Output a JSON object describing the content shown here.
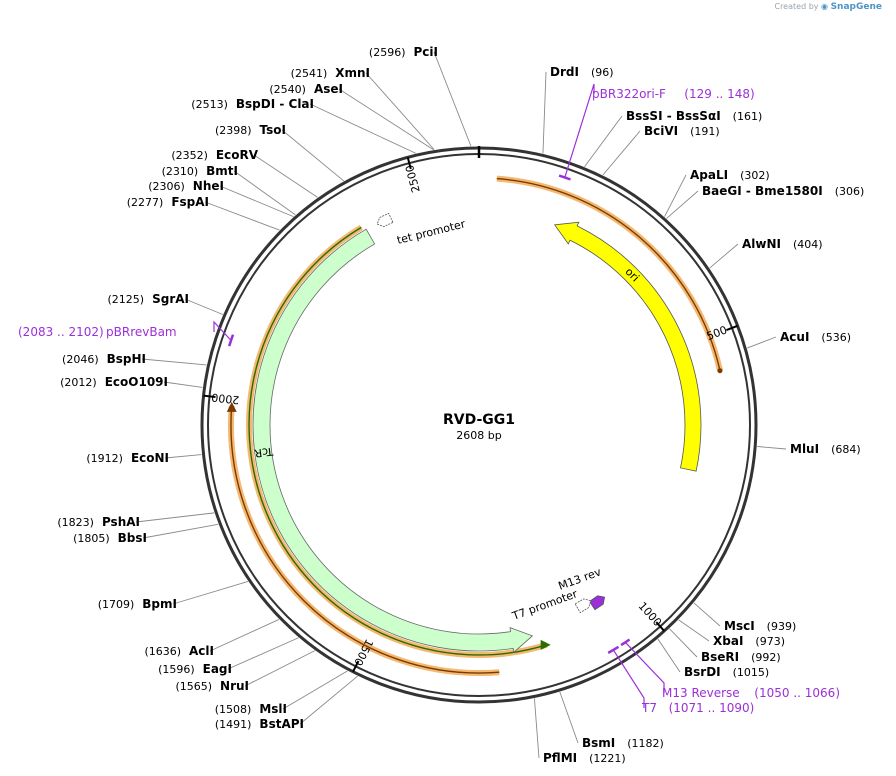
{
  "credit": {
    "prefix": "Created by",
    "brand": "SnapGene"
  },
  "plasmid": {
    "name": "RVD-GG1",
    "length_label": "2608 bp",
    "length": 2608
  },
  "ticks": [
    {
      "pos": 500,
      "label": "500"
    },
    {
      "pos": 1000,
      "label": "1000"
    },
    {
      "pos": 1500,
      "label": "1500"
    },
    {
      "pos": 2000,
      "label": "2000"
    },
    {
      "pos": 2500,
      "label": "2500"
    }
  ],
  "enzymes": [
    {
      "name": "PciI",
      "pos": "(2596)",
      "site": 2596,
      "side": "left"
    },
    {
      "name": "XmnI",
      "pos": "(2541)",
      "site": 2541,
      "side": "left"
    },
    {
      "name": "AseI",
      "pos": "(2540)",
      "site": 2540,
      "side": "left"
    },
    {
      "name": "BspDI  - ClaI",
      "pos": "(2513)",
      "site": 2513,
      "side": "left"
    },
    {
      "name": "TsoI",
      "pos": "(2398)",
      "site": 2398,
      "side": "left"
    },
    {
      "name": "EcoRV",
      "pos": "(2352)",
      "site": 2352,
      "side": "left"
    },
    {
      "name": "BmtI",
      "pos": "(2310)",
      "site": 2310,
      "side": "left"
    },
    {
      "name": "NheI",
      "pos": "(2306)",
      "site": 2306,
      "side": "left"
    },
    {
      "name": "FspAI",
      "pos": "(2277)",
      "site": 2277,
      "side": "left"
    },
    {
      "name": "SgrAI",
      "pos": "(2125)",
      "site": 2125,
      "side": "left"
    },
    {
      "name": "BspHI",
      "pos": "(2046)",
      "site": 2046,
      "side": "left"
    },
    {
      "name": "EcoO109I",
      "pos": "(2012)",
      "site": 2012,
      "side": "left"
    },
    {
      "name": "EcoNI",
      "pos": "(1912)",
      "site": 1912,
      "side": "left"
    },
    {
      "name": "PshAI",
      "pos": "(1823)",
      "site": 1823,
      "side": "left"
    },
    {
      "name": "BbsI",
      "pos": "(1805)",
      "site": 1805,
      "side": "left"
    },
    {
      "name": "BpmI",
      "pos": "(1709)",
      "site": 1709,
      "side": "left"
    },
    {
      "name": "AclI",
      "pos": "(1636)",
      "site": 1636,
      "side": "left"
    },
    {
      "name": "EagI",
      "pos": "(1596)",
      "site": 1596,
      "side": "left"
    },
    {
      "name": "NruI",
      "pos": "(1565)",
      "site": 1565,
      "side": "left"
    },
    {
      "name": "MslI",
      "pos": "(1508)",
      "site": 1508,
      "side": "left"
    },
    {
      "name": "BstAPI",
      "pos": "(1491)",
      "site": 1491,
      "side": "left"
    },
    {
      "name": "DrdI",
      "pos": "(96)",
      "site": 96,
      "side": "right"
    },
    {
      "name": "BssSI  - BssSαI",
      "pos": "(161)",
      "site": 161,
      "side": "right"
    },
    {
      "name": "BciVI",
      "pos": "(191)",
      "site": 191,
      "side": "right"
    },
    {
      "name": "ApaLI",
      "pos": "(302)",
      "site": 302,
      "side": "right"
    },
    {
      "name": "BaeGI  - Bme1580I",
      "pos": "(306)",
      "site": 306,
      "side": "right"
    },
    {
      "name": "AlwNI",
      "pos": "(404)",
      "site": 404,
      "side": "right"
    },
    {
      "name": "AcuI",
      "pos": "(536)",
      "site": 536,
      "side": "right"
    },
    {
      "name": "MluI",
      "pos": "(684)",
      "site": 684,
      "side": "right"
    },
    {
      "name": "MscI",
      "pos": "(939)",
      "site": 939,
      "side": "right"
    },
    {
      "name": "XbaI",
      "pos": "(973)",
      "site": 973,
      "side": "right"
    },
    {
      "name": "BseRI",
      "pos": "(992)",
      "site": 992,
      "side": "right"
    },
    {
      "name": "BsrDI",
      "pos": "(1015)",
      "site": 1015,
      "side": "right"
    },
    {
      "name": "BsmI",
      "pos": "(1182)",
      "site": 1182,
      "side": "right"
    },
    {
      "name": "PflMI",
      "pos": "(1221)",
      "site": 1221,
      "side": "right"
    }
  ],
  "primers": [
    {
      "name": "pBR322ori-F",
      "range": "(129 .. 148)",
      "start": 129,
      "end": 148,
      "side": "right"
    },
    {
      "name": "pBRrevBam",
      "range": "(2083 .. 2102)",
      "start": 2083,
      "end": 2102,
      "side": "left"
    },
    {
      "name": "M13 Reverse",
      "range": "(1050 .. 1066)",
      "start": 1050,
      "end": 1066,
      "side": "right"
    },
    {
      "name": "T7",
      "range": "(1071 .. 1090)",
      "start": 1071,
      "end": 1090,
      "side": "right"
    }
  ],
  "features": [
    {
      "name": "ori",
      "type": "ori",
      "start": 150,
      "end": 739,
      "direction": "reverse",
      "color": "#ffff00"
    },
    {
      "name": "TcR",
      "type": "cds",
      "start": 1201,
      "end": 2391,
      "direction": "reverse",
      "color": "#ccffcc"
    },
    {
      "name": "tet promoter",
      "type": "promoter",
      "site": 2428
    },
    {
      "name": "M13 rev",
      "type": "protein_bind",
      "site": 1058
    },
    {
      "name": "T7 promoter",
      "type": "promoter",
      "site": 1080
    }
  ],
  "colors": {
    "backbone": "#333333",
    "primer": "#9b30d9",
    "orf": "#f0a040",
    "orf_inner": "#7a3b00",
    "tcr_orf": "#2d6a00",
    "ori": "#ffff00",
    "tcr": "#ccffcc"
  }
}
